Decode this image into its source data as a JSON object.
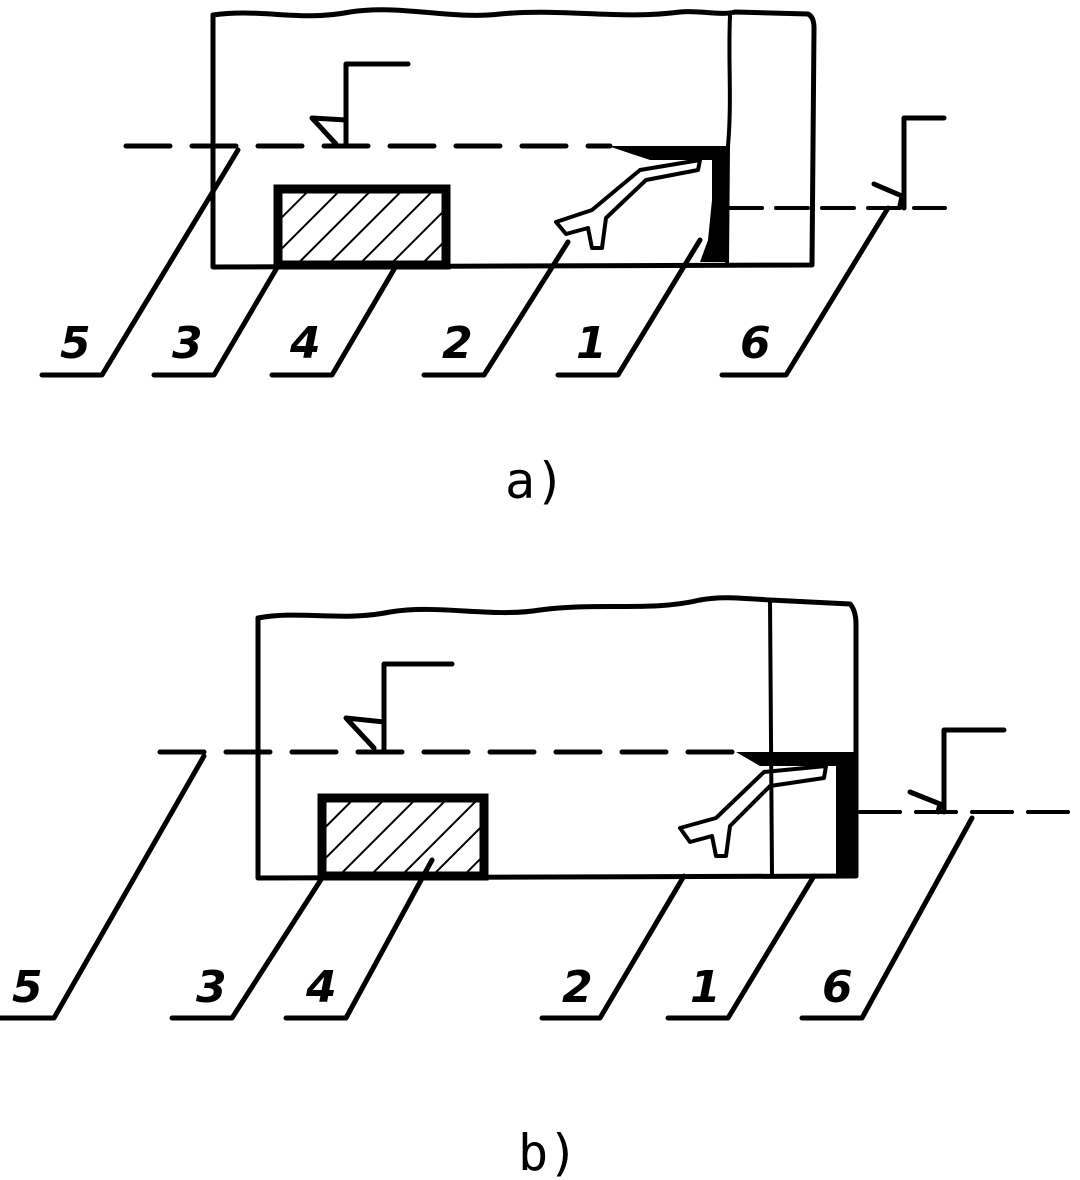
{
  "figures": [
    {
      "id": "a",
      "caption": "a)",
      "callouts": [
        {
          "text": "5"
        },
        {
          "text": "3"
        },
        {
          "text": "4"
        },
        {
          "text": "2"
        },
        {
          "text": "1"
        },
        {
          "text": "6"
        }
      ]
    },
    {
      "id": "b",
      "caption": "b)",
      "callouts": [
        {
          "text": "5"
        },
        {
          "text": "3"
        },
        {
          "text": "4"
        },
        {
          "text": "2"
        },
        {
          "text": "1"
        },
        {
          "text": "6"
        }
      ]
    }
  ]
}
